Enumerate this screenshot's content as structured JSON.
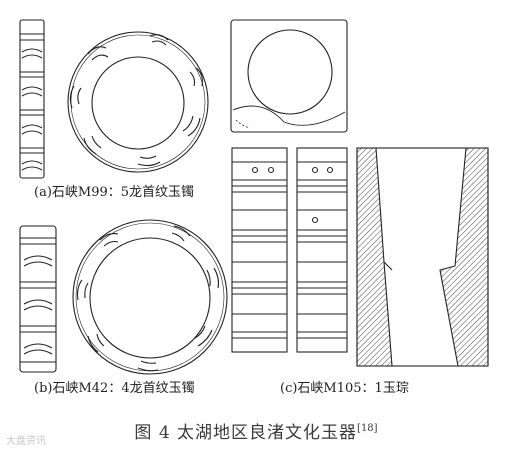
{
  "figure": {
    "title": "图 4   太湖地区良渚文化玉器",
    "title_ref": "[18]"
  },
  "captions": {
    "a": "(a)石峡M99：5龙首纹玉镯",
    "b": "(b)石峡M42：4龙首纹玉镯",
    "c": "(c)石峡M105：1玉琮"
  },
  "watermark": {
    "text": "大盘资讯"
  },
  "colors": {
    "line": "#222222",
    "title": "#3a3a3a"
  }
}
